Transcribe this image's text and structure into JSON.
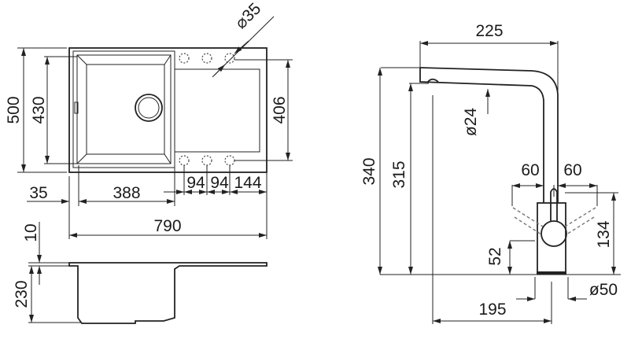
{
  "sink": {
    "top_view": {
      "overall_height": "500",
      "bowl_height": "430",
      "drainer_height": "406",
      "tap_hole_diameter": "⌀35",
      "rim_offset": "35",
      "bowl_width": "388",
      "hole_spacing_1": "94",
      "hole_spacing_2": "94",
      "hole_edge_offset": "144",
      "overall_width": "790"
    },
    "side_view": {
      "rim_thickness": "10",
      "bowl_depth": "230"
    }
  },
  "faucet": {
    "spout_reach": "225",
    "total_height": "340",
    "spout_height": "315",
    "spout_diameter": "ø24",
    "lever_swing_left": "60",
    "lever_swing_right": "60",
    "lever_height": "134",
    "lever_pivot_height": "52",
    "spout_projection": "195",
    "base_diameter": "ø50"
  }
}
